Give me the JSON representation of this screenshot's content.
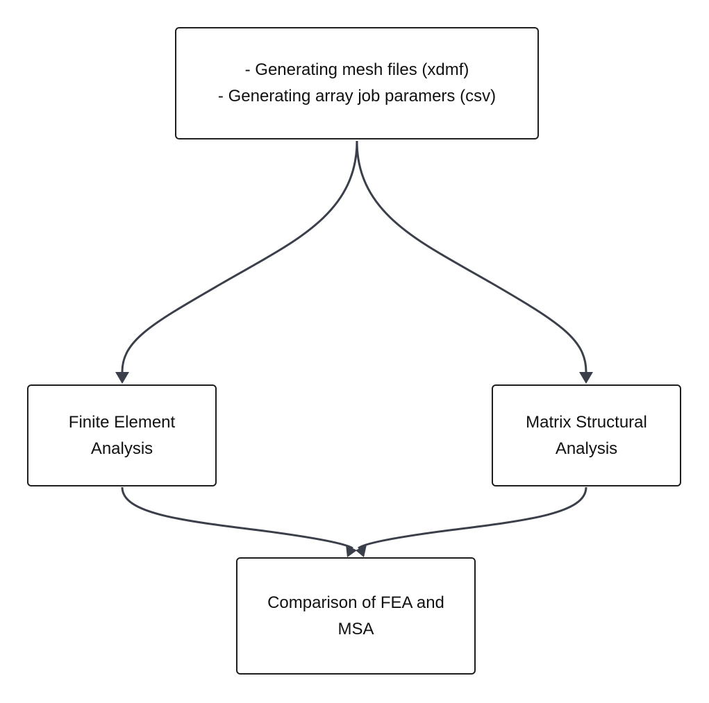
{
  "diagram": {
    "colors": {
      "edge": "#3a3f4a",
      "node_border": "#1e1e1e",
      "node_fill": "#ffffff",
      "text": "#111111"
    },
    "nodes": {
      "preprocessing": {
        "lines": [
          "- Generating mesh files (xdmf)",
          "- Generating array job paramers (csv)"
        ]
      },
      "fea": {
        "lines": [
          "Finite Element",
          "Analysis"
        ]
      },
      "msa": {
        "lines": [
          "Matrix Structural",
          "Analysis"
        ]
      },
      "comparison": {
        "lines": [
          "Comparison of FEA and",
          "MSA"
        ]
      }
    },
    "edges": [
      {
        "from": "preprocessing",
        "to": "fea"
      },
      {
        "from": "preprocessing",
        "to": "msa"
      },
      {
        "from": "fea",
        "to": "comparison"
      },
      {
        "from": "msa",
        "to": "comparison"
      }
    ]
  }
}
